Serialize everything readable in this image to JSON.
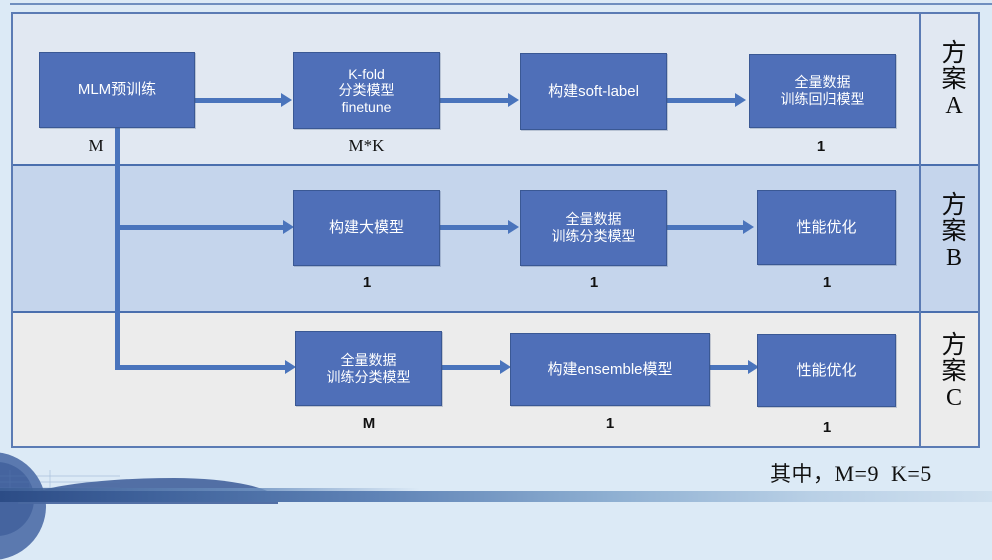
{
  "diagram": {
    "rows": [
      {
        "id": "A",
        "plan_cjk": "方案",
        "plan_letter": "A",
        "boxes": [
          {
            "name": "mlm-pretrain",
            "lines": [
              "MLM预训练"
            ],
            "count": "M"
          },
          {
            "name": "kfold-finetune",
            "lines": [
              "K-fold",
              "分类模型",
              "finetune"
            ],
            "count": "M*K"
          },
          {
            "name": "build-soft-label",
            "lines": [
              "构建soft-label"
            ],
            "count": ""
          },
          {
            "name": "train-regression-model",
            "lines": [
              "全量数据",
              "训练回归模型"
            ],
            "count": "1"
          }
        ]
      },
      {
        "id": "B",
        "plan_cjk": "方案",
        "plan_letter": "B",
        "boxes": [
          {
            "name": "build-large-model",
            "lines": [
              "构建大模型"
            ],
            "count": "1"
          },
          {
            "name": "train-classification-model-b",
            "lines": [
              "全量数据",
              "训练分类模型"
            ],
            "count": "1"
          },
          {
            "name": "performance-optimization-b",
            "lines": [
              "性能优化"
            ],
            "count": "1"
          }
        ]
      },
      {
        "id": "C",
        "plan_cjk": "方案",
        "plan_letter": "C",
        "boxes": [
          {
            "name": "train-classification-model-c",
            "lines": [
              "全量数据",
              "训练分类模型"
            ],
            "count": "M"
          },
          {
            "name": "build-ensemble-model",
            "lines": [
              "构建ensemble模型"
            ],
            "count": "1"
          },
          {
            "name": "performance-optimization-c",
            "lines": [
              "性能优化"
            ],
            "count": "1"
          }
        ]
      }
    ]
  },
  "boxes": {
    "a1": "MLM预训练",
    "a2_l1": "K-fold",
    "a2_l2": "分类模型",
    "a2_l3": "finetune",
    "a3": "构建soft-label",
    "a4_l1": "全量数据",
    "a4_l2": "训练回归模型",
    "b1": "构建大模型",
    "b2_l1": "全量数据",
    "b2_l2": "训练分类模型",
    "b3": "性能优化",
    "c1_l1": "全量数据",
    "c1_l2": "训练分类模型",
    "c2": "构建ensemble模型",
    "c3": "性能优化"
  },
  "counts": {
    "a1": "M",
    "a2": "M*K",
    "a4": "1",
    "b1": "1",
    "b2": "1",
    "b3": "1",
    "c1": "M",
    "c2": "1",
    "c3": "1"
  },
  "plans": {
    "a_cjk": "方案",
    "a_letter": "A",
    "b_cjk": "方案",
    "b_letter": "B",
    "c_cjk": "方案",
    "c_letter": "C"
  },
  "footnote": {
    "prefix": "其中，",
    "m": "M=9",
    "k": "K=5"
  },
  "colors": {
    "box_fill": "#4F6FB8",
    "box_border": "#3A5894",
    "connector": "#4A74BC",
    "row_a_bg": "#E1E8F2",
    "row_b_bg": "#C5D5EC",
    "row_c_bg": "#ECECEC",
    "frame_border": "#5B7BB4",
    "page_bg": "#DCEAF6"
  }
}
